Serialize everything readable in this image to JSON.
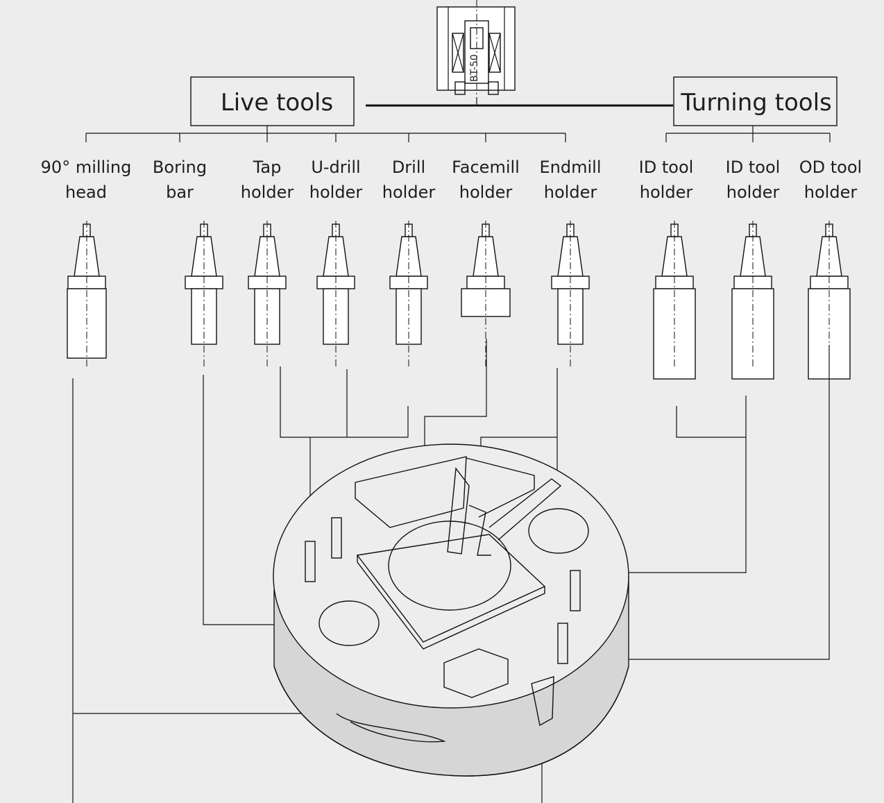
{
  "spindle": {
    "text": "BT-50"
  },
  "groups": {
    "live": {
      "label": "Live tools"
    },
    "turning": {
      "label": "Turning tools"
    }
  },
  "tools": [
    {
      "line1": "90° milling",
      "line2": "head"
    },
    {
      "line1": "Boring",
      "line2": "bar"
    },
    {
      "line1": "Tap",
      "line2": "holder"
    },
    {
      "line1": "U-drill",
      "line2": "holder"
    },
    {
      "line1": "Drill",
      "line2": "holder"
    },
    {
      "line1": "Facemill",
      "line2": "holder"
    },
    {
      "line1": "Endmill",
      "line2": "holder"
    },
    {
      "line1": "ID tool",
      "line2": "holder"
    },
    {
      "line1": "ID tool",
      "line2": "holder"
    },
    {
      "line1": "OD tool",
      "line2": "holder"
    }
  ]
}
